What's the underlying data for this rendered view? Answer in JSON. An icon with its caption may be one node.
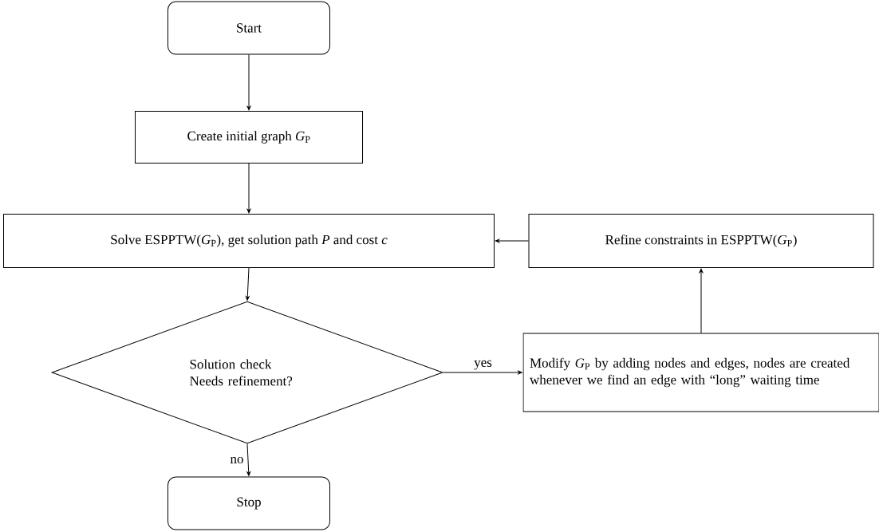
{
  "diagram": {
    "nodes": [
      {
        "text": [
          "Start"
        ]
      },
      {
        "text": [
          "Create initial graph *G*$_{P}$"
        ]
      },
      {
        "text": [
          "Solve ESPPTW(*G*$_{P}$), get solution path *P* and cost *c*"
        ]
      },
      {
        "text": [
          "Solution check Needs refinement?"
        ]
      },
      {
        "text": [
          "Modify *G*$_{P}$ by adding nodes and edges, nodes are created whenever we find an edge with “long” waiting time"
        ]
      },
      {
        "text": [
          "Refine constraints in ESPPTW(*G*$_{P}$)"
        ]
      },
      {
        "text": [
          "Stop"
        ]
      }
    ],
    "edges": [
      {
        "from": 0,
        "to": 1,
        "arrow": "to"
      },
      {
        "from": 1,
        "to": 2,
        "arrow": "to"
      },
      {
        "from": 2,
        "to": 3,
        "arrow": "to"
      },
      {
        "from": 3,
        "to": 4,
        "arrow": "to",
        "label": "yes"
      },
      {
        "from": 4,
        "to": 5,
        "arrow": "to"
      },
      {
        "from": 5,
        "to": 2,
        "arrow": "to"
      },
      {
        "from": 3,
        "to": 6,
        "arrow": "to",
        "label": "no"
      }
    ]
  }
}
